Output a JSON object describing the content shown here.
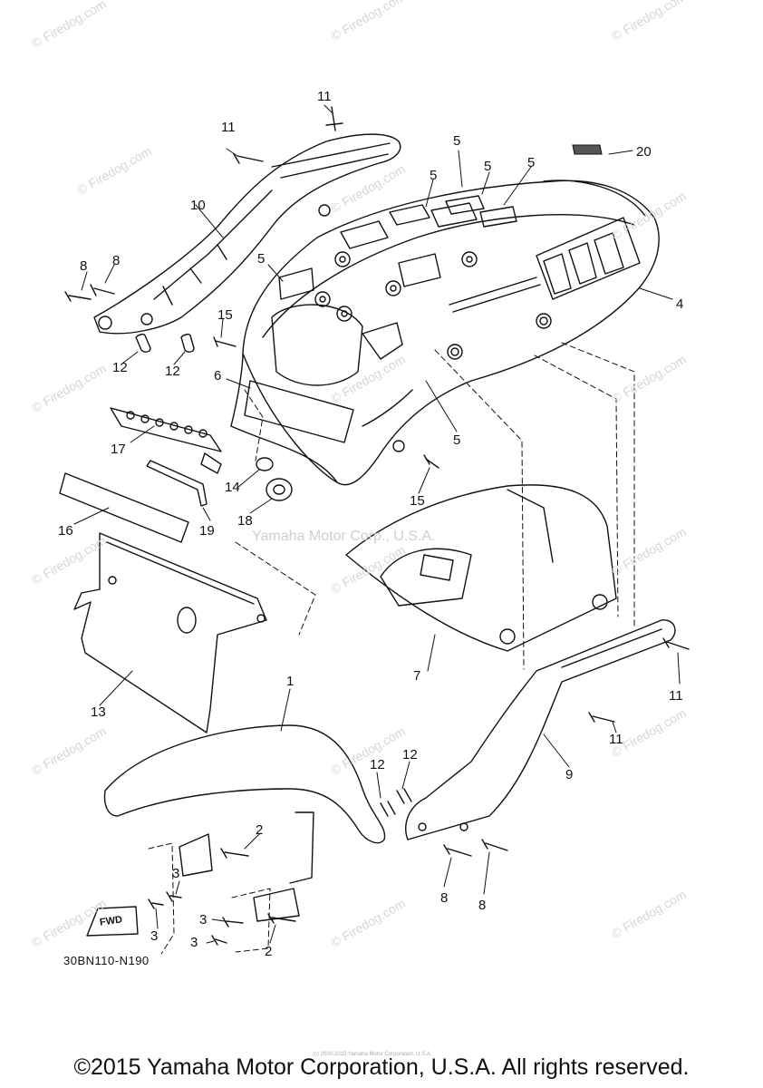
{
  "watermark": "© Firedog.com",
  "center_watermark": "Yamaha Motor Corp., U.S.A.",
  "small_note": "(c) 2000-2015 Yamaha Motor Corporation, U.S.A.",
  "diagram_code": "30BN110-N190",
  "fwd_label": "FWD",
  "copyright": "©2015 Yamaha Motor Corporation, U.S.A. All rights reserved.",
  "callouts": {
    "c11a": "11",
    "c11b": "11",
    "c11c": "11",
    "c11d": "11",
    "c20": "20",
    "c5a": "5",
    "c5b": "5",
    "c5c": "5",
    "c5d": "5",
    "c5e": "5",
    "c5f": "5",
    "c10": "10",
    "c8a": "8",
    "c8b": "8",
    "c8c": "8",
    "c8d": "8",
    "c4": "4",
    "c15a": "15",
    "c15b": "15",
    "c12a": "12",
    "c12b": "12",
    "c12c": "12",
    "c12d": "12",
    "c6": "6",
    "c17": "17",
    "c14": "14",
    "c18": "18",
    "c19": "19",
    "c16": "16",
    "c7": "7",
    "c13": "13",
    "c1": "1",
    "c9": "9",
    "c2a": "2",
    "c2b": "2",
    "c3a": "3",
    "c3b": "3",
    "c3c": "3",
    "c3d": "3"
  }
}
